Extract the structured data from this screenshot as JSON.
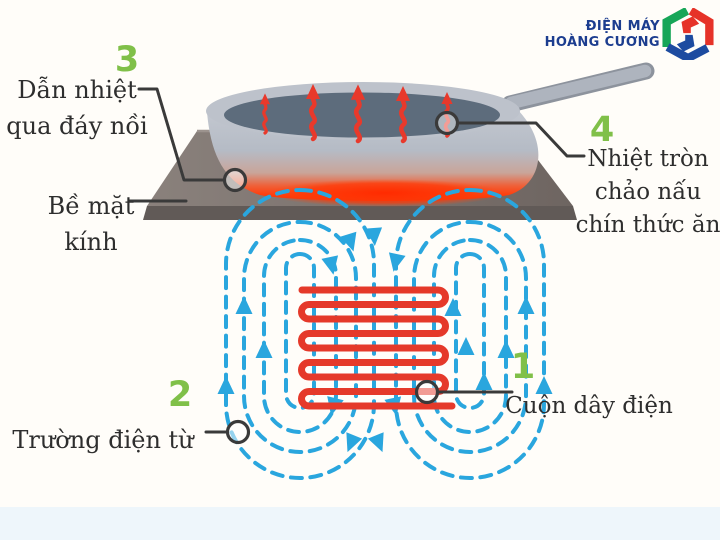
{
  "theme": {
    "bg": "#fffdf9",
    "bottom-strip": "#eef6fb",
    "accent-green": "#80c049",
    "field-blue": "#2aa6de",
    "coil-red": "#e5392a",
    "heat-red": "#e8392b",
    "text-dark": "#2e2e2e",
    "callout": "#3a3a3a",
    "logo-navy": "#1c3d8f",
    "logo-green": "#17a658",
    "logo-red": "#e63228",
    "logo-blue": "#1d4ba0",
    "pan-interior": "#5d6c7c",
    "glass-surface": "#7d7470"
  },
  "logo": {
    "line1": "ĐIỆN MÁY",
    "line2": "HOÀNG CƯƠNG"
  },
  "callouts": {
    "c1": {
      "number": "1",
      "label": "Cuộn dây điện"
    },
    "c2": {
      "number": "2",
      "label": "Trường điện từ"
    },
    "c3": {
      "number": "3",
      "label_line1": "Dẫn nhiệt",
      "label_line2": "qua đáy nồi"
    },
    "c4": {
      "number": "4",
      "label_line1": "Nhiệt tròn",
      "label_line2": "chảo nấu",
      "label_line3": "chín thức ăn"
    },
    "glass": {
      "label_line1": "Bề mặt",
      "label_line2": "kính"
    }
  }
}
